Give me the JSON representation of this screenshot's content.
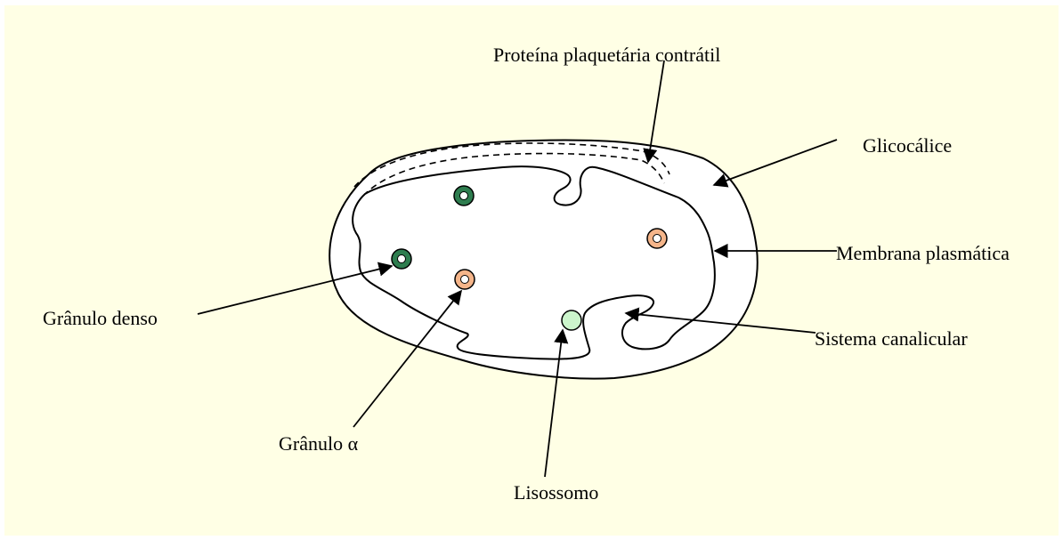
{
  "colors": {
    "background": "#FFFFE5",
    "cell_fill": "#FFFFFF",
    "outline": "#000000",
    "dense_granule": "#2E7D4F",
    "alpha_granule": "#F5B58A",
    "lysosome": "#CCF5CC"
  },
  "labels": {
    "proteina": "Proteína plaquetária contrátil",
    "glicocalice": "Glicocálice",
    "membrana": "Membrana plasmática",
    "sistema": "Sistema canalicular",
    "granulo_denso": "Grânulo denso",
    "granulo_alfa": "Grânulo α",
    "lisossomo": "Lisossomo"
  }
}
